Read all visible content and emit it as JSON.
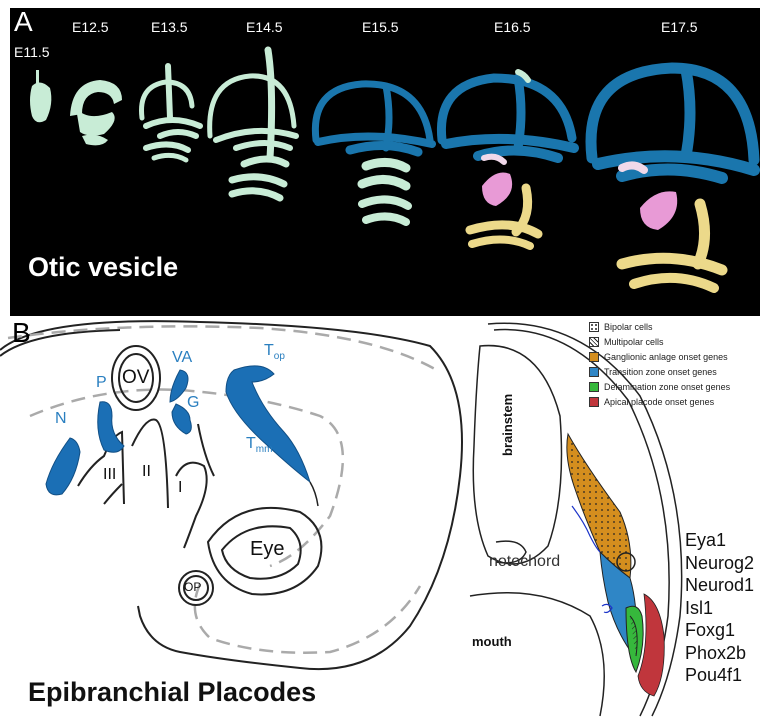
{
  "panel_a": {
    "letter": "A",
    "stages": [
      "E11.5",
      "E12.5",
      "E13.5",
      "E14.5",
      "E15.5",
      "E16.5",
      "E17.5"
    ],
    "title": "Otic vesicle",
    "colors": {
      "background": "#000000",
      "early_vesicle": "#c8ecd6",
      "vestibular_blue": "#1a76ad",
      "pink_structure": "#e89ad6",
      "cochlea_yellow": "#ecd98a",
      "light_pink": "#f1d9ea"
    }
  },
  "panel_b": {
    "letter": "B",
    "left_diagram": {
      "placode_labels": {
        "N": "N",
        "P": "P",
        "VA": "VA",
        "G": "G",
        "T_op_main": "T",
        "T_op_sub": "op",
        "T_mm_main": "T",
        "T_mm_sub": "mm"
      },
      "arch_labels": [
        "III",
        "II",
        "I"
      ],
      "structures": {
        "otic_vesicle": "OV",
        "eye": "Eye",
        "olfactory_placode": "OP"
      },
      "title": "Epibranchial Placodes",
      "placode_color": "#1b6fb5",
      "label_color": "#2a7fc0"
    },
    "right_diagram": {
      "structures": {
        "brainstem": "brainstem",
        "notochord": "notochord",
        "mouth": "mouth"
      },
      "legend": [
        {
          "label": "Bipolar cells",
          "pattern": "dots",
          "color": "#ffffff"
        },
        {
          "label": "Multipolar cells",
          "pattern": "hatch",
          "color": "#ffffff"
        },
        {
          "label": "Ganglionic anlage onset genes",
          "pattern": "solid",
          "color": "#d48e1e"
        },
        {
          "label": "Transition zone onset genes",
          "pattern": "solid",
          "color": "#2f86c6"
        },
        {
          "label": "Delamination zone onset genes",
          "pattern": "solid",
          "color": "#36b83c"
        },
        {
          "label": "Apical placode onset genes",
          "pattern": "solid",
          "color": "#c0363c"
        }
      ],
      "genes": [
        "Eya1",
        "Neurog2",
        "Neurod1",
        "Isl1",
        "Foxg1",
        "Phox2b",
        "Pou4f1"
      ]
    }
  }
}
